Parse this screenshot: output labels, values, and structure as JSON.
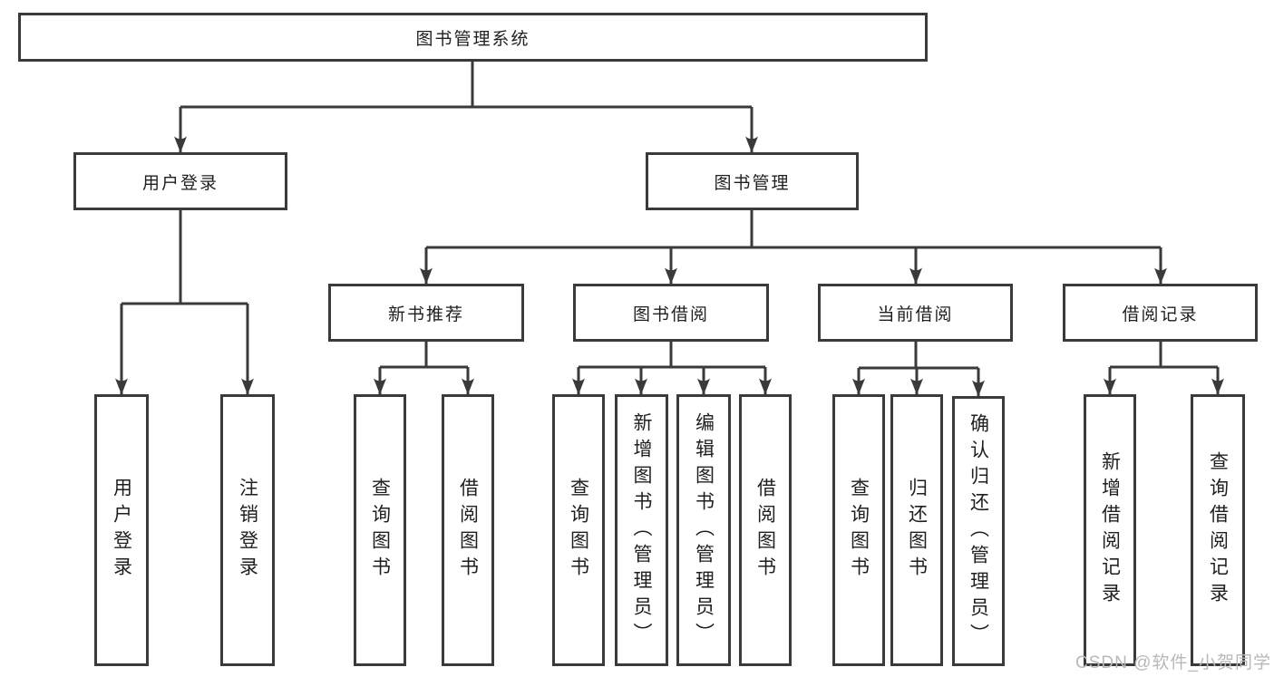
{
  "tree": {
    "label": "图书管理系统",
    "children": [
      {
        "label": "用户登录",
        "children": [
          {
            "label": "用户登录"
          },
          {
            "label": "注销登录"
          }
        ]
      },
      {
        "label": "图书管理",
        "children": [
          {
            "label": "新书推荐",
            "children": [
              {
                "label": "查询图书"
              },
              {
                "label": "借阅图书"
              }
            ]
          },
          {
            "label": "图书借阅",
            "children": [
              {
                "label": "查询图书"
              },
              {
                "label": "新增图书（管理员）"
              },
              {
                "label": "编辑图书（管理员）"
              },
              {
                "label": "借阅图书"
              }
            ]
          },
          {
            "label": "当前借阅",
            "children": [
              {
                "label": "查询图书"
              },
              {
                "label": "归还图书"
              },
              {
                "label": "确认归还（管理员）"
              }
            ]
          },
          {
            "label": "借阅记录",
            "children": [
              {
                "label": "新增借阅记录"
              },
              {
                "label": "查询借阅记录"
              }
            ]
          }
        ]
      }
    ]
  },
  "watermark": "CSDN @软件_小贺同学",
  "colors": {
    "line": "#3a3a3a",
    "text": "#1f1f1f",
    "watermark": "#b8b8b8",
    "background": "#ffffff"
  }
}
